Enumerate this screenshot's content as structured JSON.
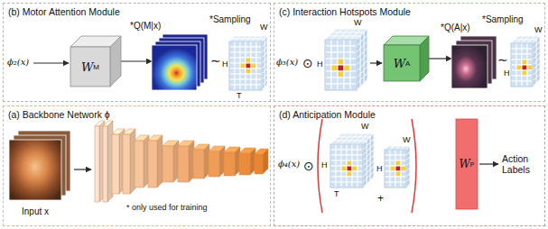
{
  "diagram": {
    "nodes": [
      {
        "text": [
          "(b) Motor Attention Module"
        ]
      },
      {
        "text": [
          "W",
          "M"
        ],
        "in": 0
      },
      {
        "text": [
          "*Q(M|x)"
        ],
        "in": 0
      },
      {
        "text": [
          "(c) Interaction Hotspots Module"
        ]
      },
      {
        "text": [
          "W",
          "A"
        ],
        "in": 3
      },
      {
        "text": [
          "*Q(A|x)"
        ],
        "in": 3
      },
      {
        "text": [
          "(a) Backbone Network ϕ"
        ]
      },
      {
        "text": [
          "Input x"
        ],
        "in": 6
      },
      {
        "text": [
          "(d) Anticipation Module"
        ]
      },
      {
        "text": [
          "W",
          "P"
        ],
        "in": 8
      }
    ],
    "edges": [
      {
        "from": 1,
        "to": 2,
        "arrow": "to"
      },
      {
        "from": 4,
        "to": 5,
        "arrow": "to"
      }
    ],
    "labels": [
      "ϕ₂(x)",
      "*Sampling",
      "∼",
      "W",
      "H",
      "T",
      "ϕ₃(x)",
      "⊙",
      "W",
      "H",
      "*Sampling",
      "∼",
      "W",
      "H",
      "* only used for training",
      "ϕ₄(x)",
      "⊙",
      "W",
      "H",
      "T",
      "W",
      "H",
      "+",
      "Action Labels"
    ]
  }
}
